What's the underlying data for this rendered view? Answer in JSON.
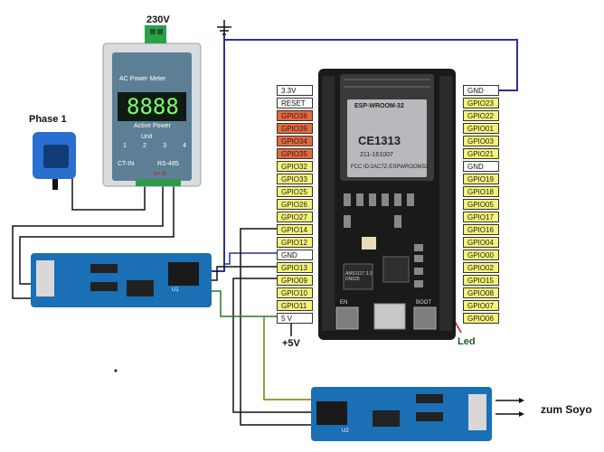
{
  "labels": {
    "voltage": "230V",
    "phase": "Phase 1",
    "plus5v": "+5V",
    "led": "Led",
    "soyo": "zum Soyo"
  },
  "meter": {
    "title": "AC Power Meter",
    "display": "8888",
    "active_power": "Active Power",
    "unit": "Unit",
    "unit_nums": [
      "1",
      "2",
      "3",
      "4"
    ],
    "ct_in": "CT-IN",
    "rs485": "RS-485",
    "ab": "A+ B-"
  },
  "esp": {
    "module_name": "ESP-WROOM-32",
    "ce": "CE1313",
    "code": "211-161007",
    "fcc": "FCC ID:2AC7Z-ESPWROOM32",
    "regulator": "AMS1117 3.3 DN628",
    "boot": "BOOT",
    "en": "EN"
  },
  "pins_left": [
    {
      "label": "3.3V",
      "color": "w"
    },
    {
      "label": "RESET",
      "color": "w"
    },
    {
      "label": "GPIO36",
      "color": "r"
    },
    {
      "label": "GPIO39",
      "color": "r"
    },
    {
      "label": "GPIO34",
      "color": "r"
    },
    {
      "label": "GPIO35",
      "color": "r"
    },
    {
      "label": "GPIO32",
      "color": "y"
    },
    {
      "label": "GPIO33",
      "color": "y"
    },
    {
      "label": "GPIO25",
      "color": "y"
    },
    {
      "label": "GPIO26",
      "color": "y"
    },
    {
      "label": "GPIO27",
      "color": "y"
    },
    {
      "label": "GPIO14",
      "color": "y"
    },
    {
      "label": "GPIO12",
      "color": "y"
    },
    {
      "label": "GND",
      "color": "w"
    },
    {
      "label": "GPIO13",
      "color": "y"
    },
    {
      "label": "GPIO09",
      "color": "y"
    },
    {
      "label": "GPIO10",
      "color": "y"
    },
    {
      "label": "GPIO11",
      "color": "y"
    },
    {
      "label": "5 V",
      "color": "w"
    }
  ],
  "pins_right": [
    {
      "label": "GND",
      "color": "w"
    },
    {
      "label": "GPIO23",
      "color": "y"
    },
    {
      "label": "GPIO22",
      "color": "y"
    },
    {
      "label": "GPIO01",
      "color": "y"
    },
    {
      "label": "GPIO03",
      "color": "y"
    },
    {
      "label": "GPIO21",
      "color": "y"
    },
    {
      "label": "GND",
      "color": "w"
    },
    {
      "label": "GPIO19",
      "color": "y"
    },
    {
      "label": "GPIO18",
      "color": "y"
    },
    {
      "label": "GPIO05",
      "color": "y"
    },
    {
      "label": "GPIO17",
      "color": "y"
    },
    {
      "label": "GPIO16",
      "color": "y"
    },
    {
      "label": "GPIO04",
      "color": "y"
    },
    {
      "label": "GPIO00",
      "color": "y"
    },
    {
      "label": "GPIO02",
      "color": "y"
    },
    {
      "label": "GPIO15",
      "color": "y"
    },
    {
      "label": "GPIO08",
      "color": "y"
    },
    {
      "label": "GPIO07",
      "color": "y"
    },
    {
      "label": "GPIO06",
      "color": "y"
    }
  ],
  "rs485_module": {
    "chip": "U1",
    "chip2": "U2"
  }
}
